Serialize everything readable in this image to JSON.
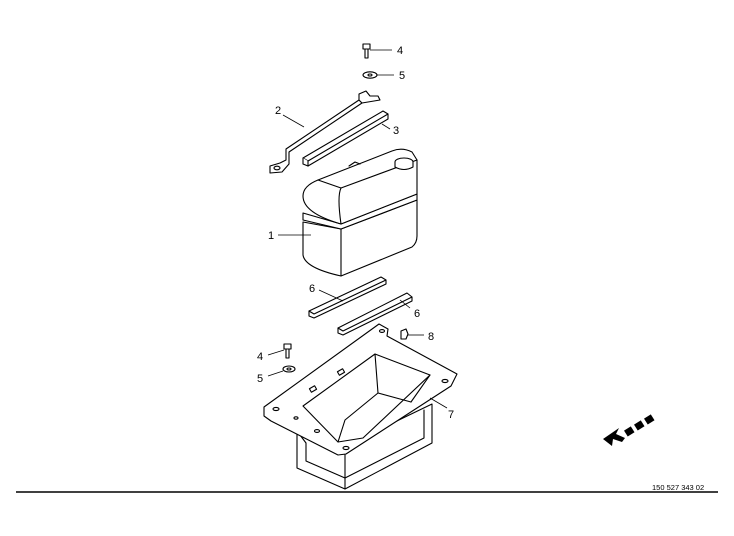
{
  "callouts": {
    "bolt_top": "4",
    "washer_top": "5",
    "bracket": "2",
    "strip_top": "3",
    "battery": "1",
    "pad_left": "6",
    "pad_right": "6",
    "nut": "8",
    "bolt_bottom": "4",
    "washer_bottom": "5",
    "tray": "7"
  },
  "drawing_number": "150 527 343 02",
  "icons": {
    "direction_arrow": "dashed-direction-arrow-icon"
  }
}
